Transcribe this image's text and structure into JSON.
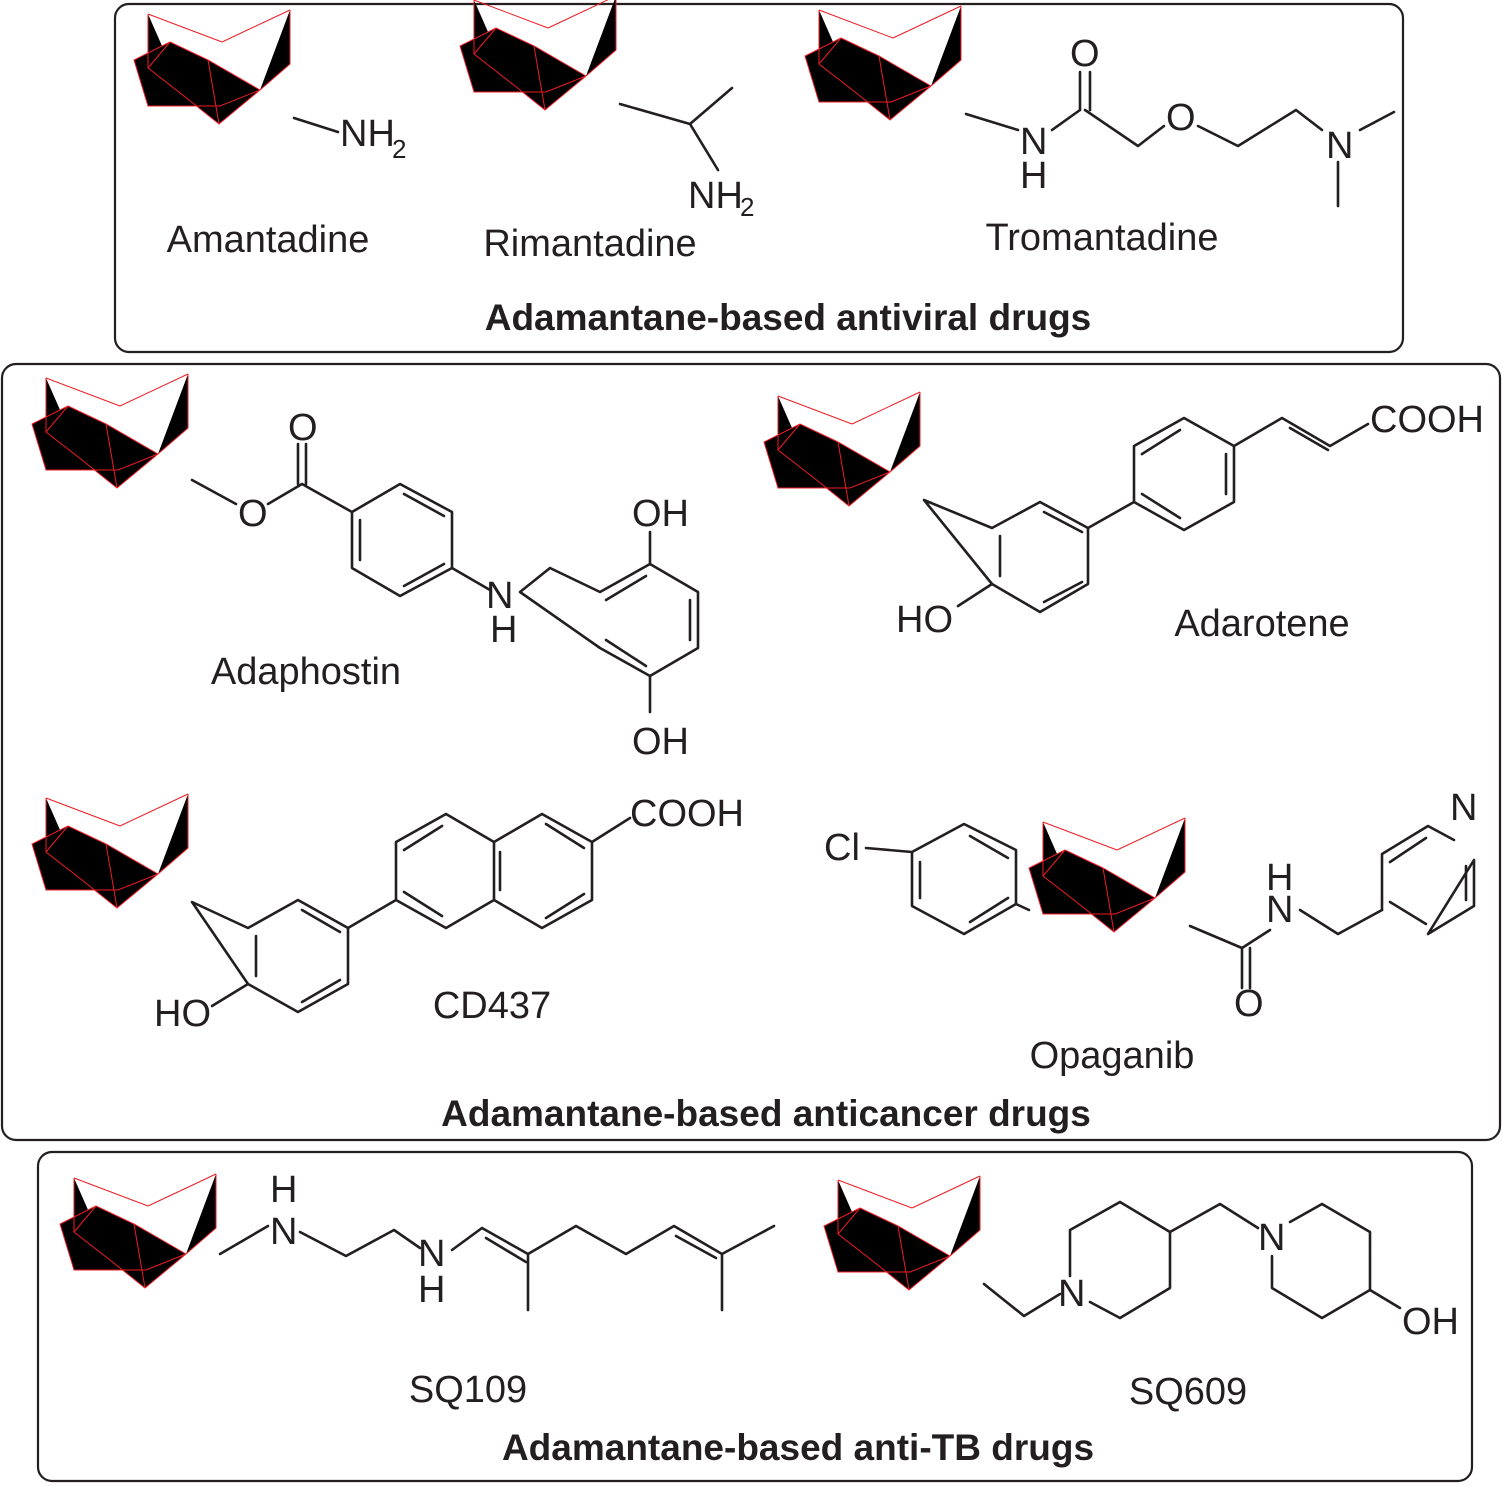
{
  "colors": {
    "adamantane_cage": "#ed1c24",
    "bonds_and_text": "#231f20",
    "background": "#ffffff"
  },
  "panels": [
    {
      "caption": "Adamantane-based antiviral drugs",
      "compounds": [
        {
          "name": "Amantadine",
          "groups": [
            "NH",
            "2"
          ]
        },
        {
          "name": "Rimantadine",
          "groups": [
            "NH",
            "2"
          ]
        },
        {
          "name": "Tromantadine",
          "groups": [
            "O",
            "N",
            "H",
            "O",
            "N"
          ]
        }
      ]
    },
    {
      "caption": "Adamantane-based anticancer drugs",
      "compounds": [
        {
          "name": "Adaphostin",
          "groups": [
            "O",
            "O",
            "N",
            "H",
            "OH",
            "OH"
          ]
        },
        {
          "name": "Adarotene",
          "groups": [
            "COOH",
            "HO"
          ]
        },
        {
          "name": "CD437",
          "groups": [
            "COOH",
            "HO"
          ]
        },
        {
          "name": "Opaganib",
          "groups": [
            "Cl",
            "H",
            "N",
            "O",
            "N"
          ]
        }
      ]
    },
    {
      "caption": "Adamantane-based anti-TB drugs",
      "compounds": [
        {
          "name": "SQ109",
          "groups": [
            "H",
            "N",
            "N",
            "H"
          ]
        },
        {
          "name": "SQ609",
          "groups": [
            "N",
            "N",
            "OH"
          ]
        }
      ]
    }
  ]
}
